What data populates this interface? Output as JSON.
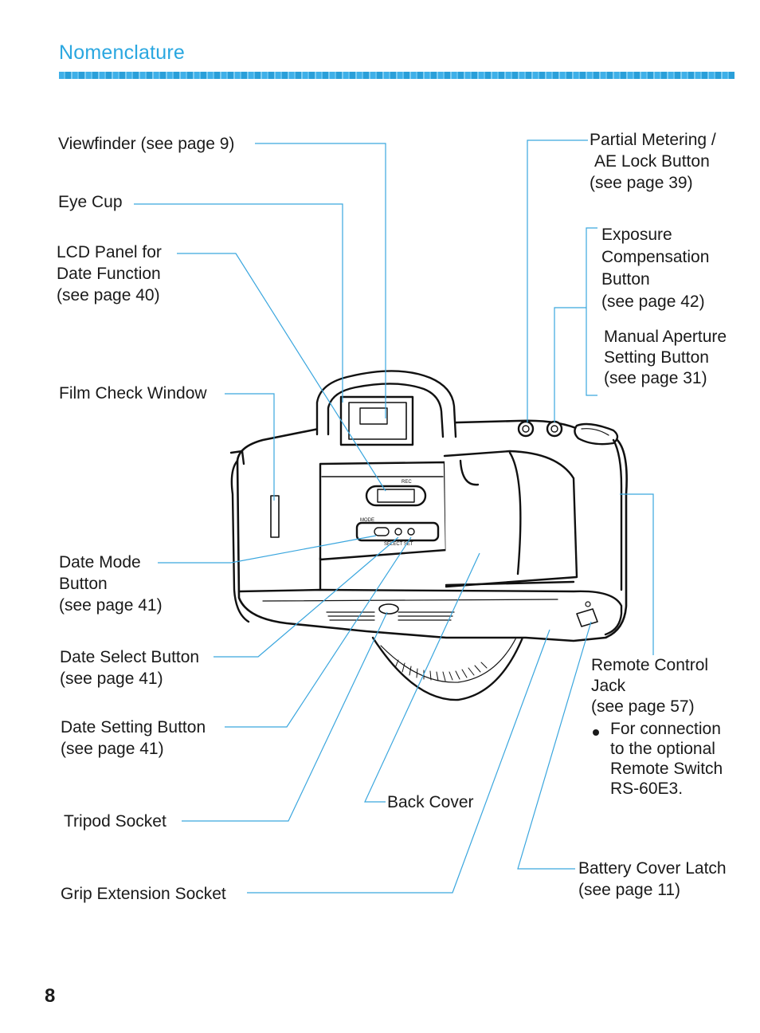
{
  "header": {
    "title": "Nomenclature"
  },
  "labels": {
    "viewfinder": "Viewfinder (see page 9)",
    "eye_cup": "Eye Cup",
    "lcd_panel": [
      "LCD Panel for",
      "Date Function",
      "(see page 40)"
    ],
    "film_check_window": "Film Check Window",
    "date_mode": [
      "Date Mode",
      "Button",
      "(see page 41)"
    ],
    "date_select": [
      "Date Select Button",
      "(see page 41)"
    ],
    "date_setting": [
      "Date Setting Button",
      "(see page 41)"
    ],
    "tripod_socket": "Tripod Socket",
    "grip_extension": "Grip Extension Socket",
    "partial_metering": [
      "Partial Metering /",
      "AE Lock Button",
      "(see page 39)"
    ],
    "exposure_comp": [
      "Exposure",
      "Compensation",
      "Button",
      "(see page 42)"
    ],
    "manual_aperture": [
      "Manual Aperture",
      "Setting Button",
      "(see page 31)"
    ],
    "remote_control": [
      "Remote Control",
      "Jack",
      "(see page 57)"
    ],
    "remote_note": [
      "For connection",
      "to the optional",
      "Remote Switch",
      "RS-60E3."
    ],
    "back_cover": "Back Cover",
    "battery_latch": [
      "Battery Cover Latch",
      "(see page 11)"
    ]
  },
  "camera_markings": {
    "rec": "REC",
    "mode": "MODE",
    "select_set": "SELECT SET"
  },
  "footer": {
    "page_number": "8"
  },
  "colors": {
    "accent": "#2aa7e0",
    "leader_line": "#3aa6de",
    "text": "#1a1a1a"
  }
}
